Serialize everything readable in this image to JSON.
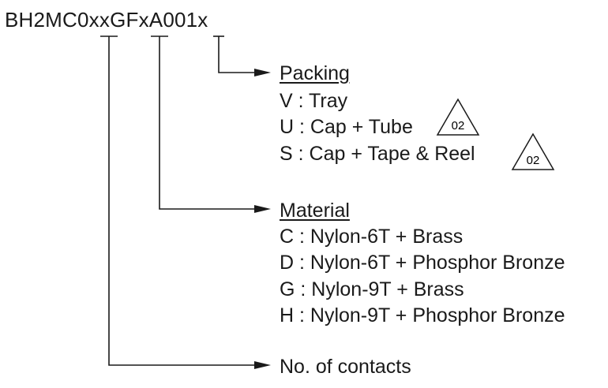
{
  "part_number": "BH2MC0xxGFxA001x",
  "packing": {
    "title": "Packing",
    "options": [
      "V : Tray",
      "U : Cap + Tube",
      "S : Cap + Tape & Reel"
    ],
    "revision_marks": [
      "02",
      "02"
    ]
  },
  "material": {
    "title": "Material",
    "options": [
      "C : Nylon-6T + Brass",
      "D : Nylon-6T + Phosphor Bronze",
      "G : Nylon-9T + Brass",
      "H : Nylon-9T + Phosphor Bronze"
    ]
  },
  "contacts": {
    "title": "No. of contacts"
  }
}
